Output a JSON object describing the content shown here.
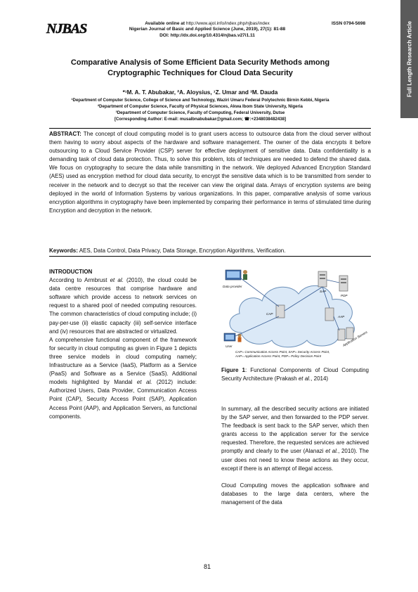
{
  "side_tab": "Full Length Research Article",
  "logo": "NJBAS",
  "header": {
    "line1_prefix": "Available online at",
    "line1_url": "http://www.ajol.info/index.php/njbas/index",
    "line2": "Nigerian Journal of Basic and Applied Science (June, 2019), 27(1): 81-88",
    "line3": "DOI: http://dx.doi.org/10.4314/njbas.v27i1.11",
    "issn": "ISSN 0794-5698"
  },
  "title_line1": "Comparative Analysis of Some Efficient Data Security Methods among",
  "title_line2": "Cryptographic Techniques for Cloud Data Security",
  "authors": "*¹M. A. T. Abubakar, ²A. Aloysius, ¹Z. Umar and ³M. Dauda",
  "affiliations": [
    "¹Department of Computer Science, College of Science and Technology, Waziri Umaru Federal Polytechnic Birnin Kebbi, Nigeria",
    "²Department of Computer Science, Faculty of Physical Sciences, Akwa Ibom State University, Nigeria",
    "³Department of Computer Science, Faculty of Computing, Federal University, Dutse",
    "[Corresponding Author: E-mail: musalbnabubakar@gmail.com; ☎:+2348038482438]"
  ],
  "abstract": {
    "label": "ABSTRACT:",
    "text": "The concept of cloud computing model is to grant users access to outsource data from the cloud server without them having to worry about aspects of the hardware and software management. The owner of the data encrypts it before outsourcing to a Cloud Service Provider (CSP) server for effective deployment of sensitive data. Data confidentiality is a demanding task of cloud data protection. Thus, to solve this problem, lots of techniques are needed to defend the shared data. We focus on cryptography to secure the data while transmitting in the network. We deployed Advanced Encryption Standard (AES) used as encryption method for cloud data security, to encrypt the sensitive data which is to be transmitted from sender to receiver in the network and to decrypt so that the receiver can view the original data. Arrays of encryption systems are being deployed in the world of Information Systems by various organizations. In this paper, comparative analysis of some various encryption algorithms in cryptography have been implemented by comparing their performance in terms of stimulated time during Encryption and decryption in the network."
  },
  "keywords": {
    "label": "Keywords:",
    "text": "AES, Data Control, Data Privacy, Data Storage, Encryption Algorithms, Verification."
  },
  "intro": {
    "heading": "INTRODUCTION",
    "p1_pre": "According to Armbrust ",
    "p1_em": "et al.",
    "p1_post": " (2010), the cloud could be data centre resources that comprise hardware and software which provide access to network services on request to a shared pool of needed computing resources. The common characteristics of cloud computing include; (i) pay-per-use (ii) elastic capacity (iii) self-service interface and (iv) resources that are abstracted or virtualized.",
    "p2_pre": "A comprehensive functional component of the framework for security in cloud computing as given in Figure 1 depicts three service models in cloud computing namely; Infrastructure as a Service (IaaS), Platform as a Service (PaaS) and Software as a Service (SaaS). Additional models highlighted by Mandal ",
    "p2_em": "et al.",
    "p2_post": " (2012) include: Authorized Users, Data Provider, Communication Access Point (CAP), Security Access Point (SAP), Application Access Point (AAP), and Application Servers, as functional components."
  },
  "figure": {
    "labels": {
      "data_provider": "Data provider",
      "user": "User",
      "cap": "CAP",
      "sap": "SAP",
      "aap": "AAP",
      "app_servers": "Application Servers",
      "pdp": "PDP",
      "legend1": "CAP= Communication Access Point, SAP= Security Access Point,",
      "legend2": "AAP= Application Access Point, PDP= Policy Decision Point"
    },
    "caption_label": "Figure 1",
    "caption_text": ": Functional Components of Cloud Computing Security Architecture (Prakash ",
    "caption_em": "et al.",
    "caption_end": ", 2014)"
  },
  "right_col": {
    "p1_pre": "In summary, all the described security actions are initiated by the SAP server, and then forwarded to the PDP server. The feedback is sent back to the SAP server, which then grants access to the application server for the service requested. Therefore, the requested services are achieved promptly and clearly to the user (Alanazi ",
    "p1_em": "et al.",
    "p1_post": ", 2010). The user does not need to know these actions as they occur, except if there is an attempt of illegal access.",
    "p2": "Cloud Computing moves the application software and databases to the large data centers, where the management of the data"
  },
  "page_number": "81"
}
